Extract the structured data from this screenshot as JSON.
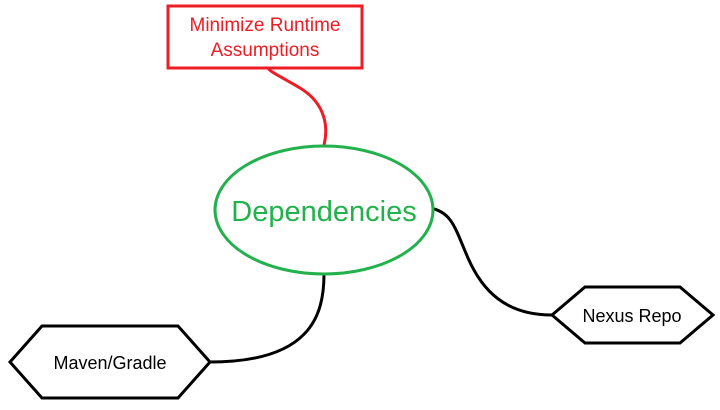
{
  "diagram": {
    "central_node": {
      "label": "Dependencies",
      "color": "#22b14c"
    },
    "nodes": [
      {
        "id": "minimize",
        "lines": [
          "Minimize Runtime",
          "Assumptions"
        ],
        "shape": "rectangle",
        "color": "#ee1c24",
        "connector_color": "#ee1c24"
      },
      {
        "id": "nexus",
        "lines": [
          "Nexus Repo"
        ],
        "shape": "hexagon",
        "color": "#000000",
        "connector_color": "#000000"
      },
      {
        "id": "maven",
        "lines": [
          "Maven/Gradle"
        ],
        "shape": "hexagon",
        "color": "#000000",
        "connector_color": "#000000"
      }
    ]
  }
}
